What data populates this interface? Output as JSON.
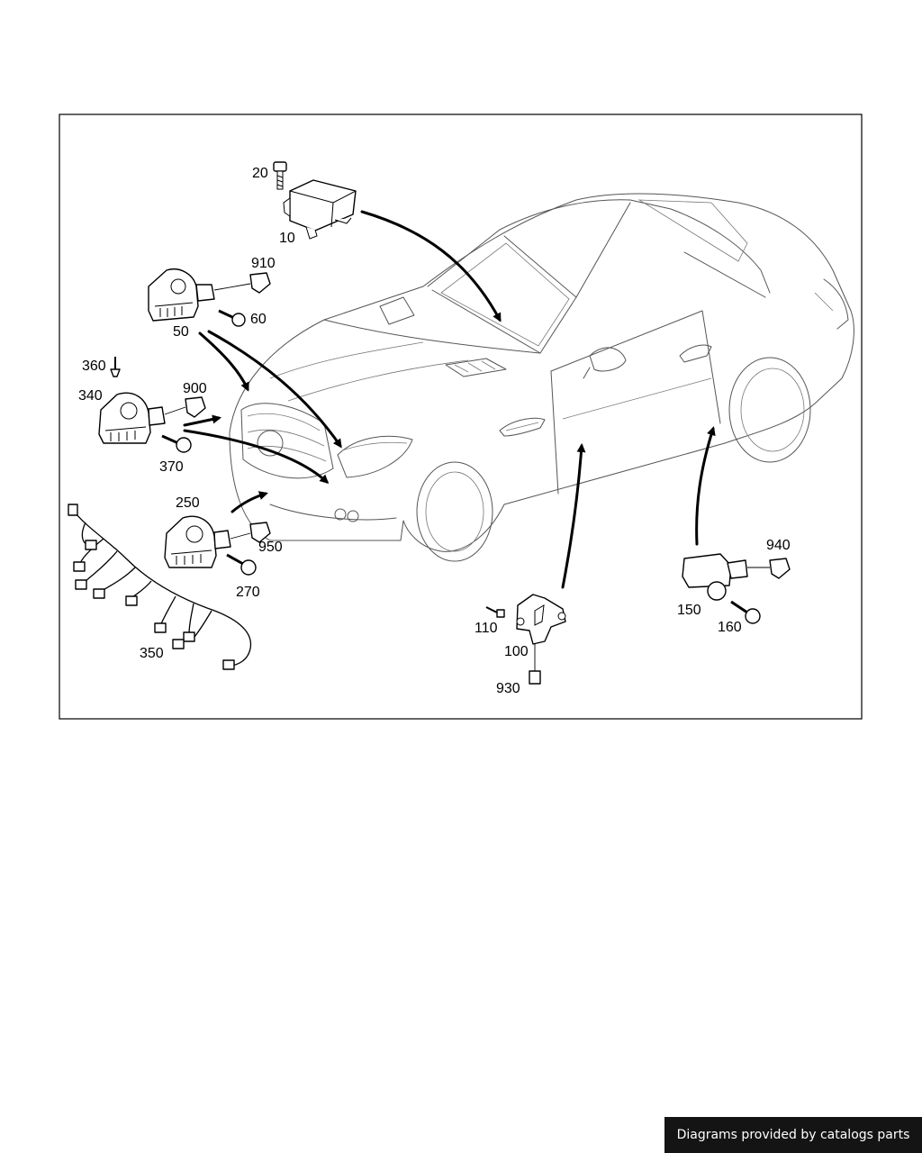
{
  "callouts": {
    "c10": "10",
    "c20": "20",
    "c50": "50",
    "c60": "60",
    "c100": "100",
    "c110": "110",
    "c150": "150",
    "c160": "160",
    "c250": "250",
    "c270": "270",
    "c340": "340",
    "c350": "350",
    "c360": "360",
    "c370": "370",
    "c900": "900",
    "c910": "910",
    "c930": "930",
    "c940": "940",
    "c950": "950"
  },
  "credit": "Diagrams provided by catalogs parts"
}
